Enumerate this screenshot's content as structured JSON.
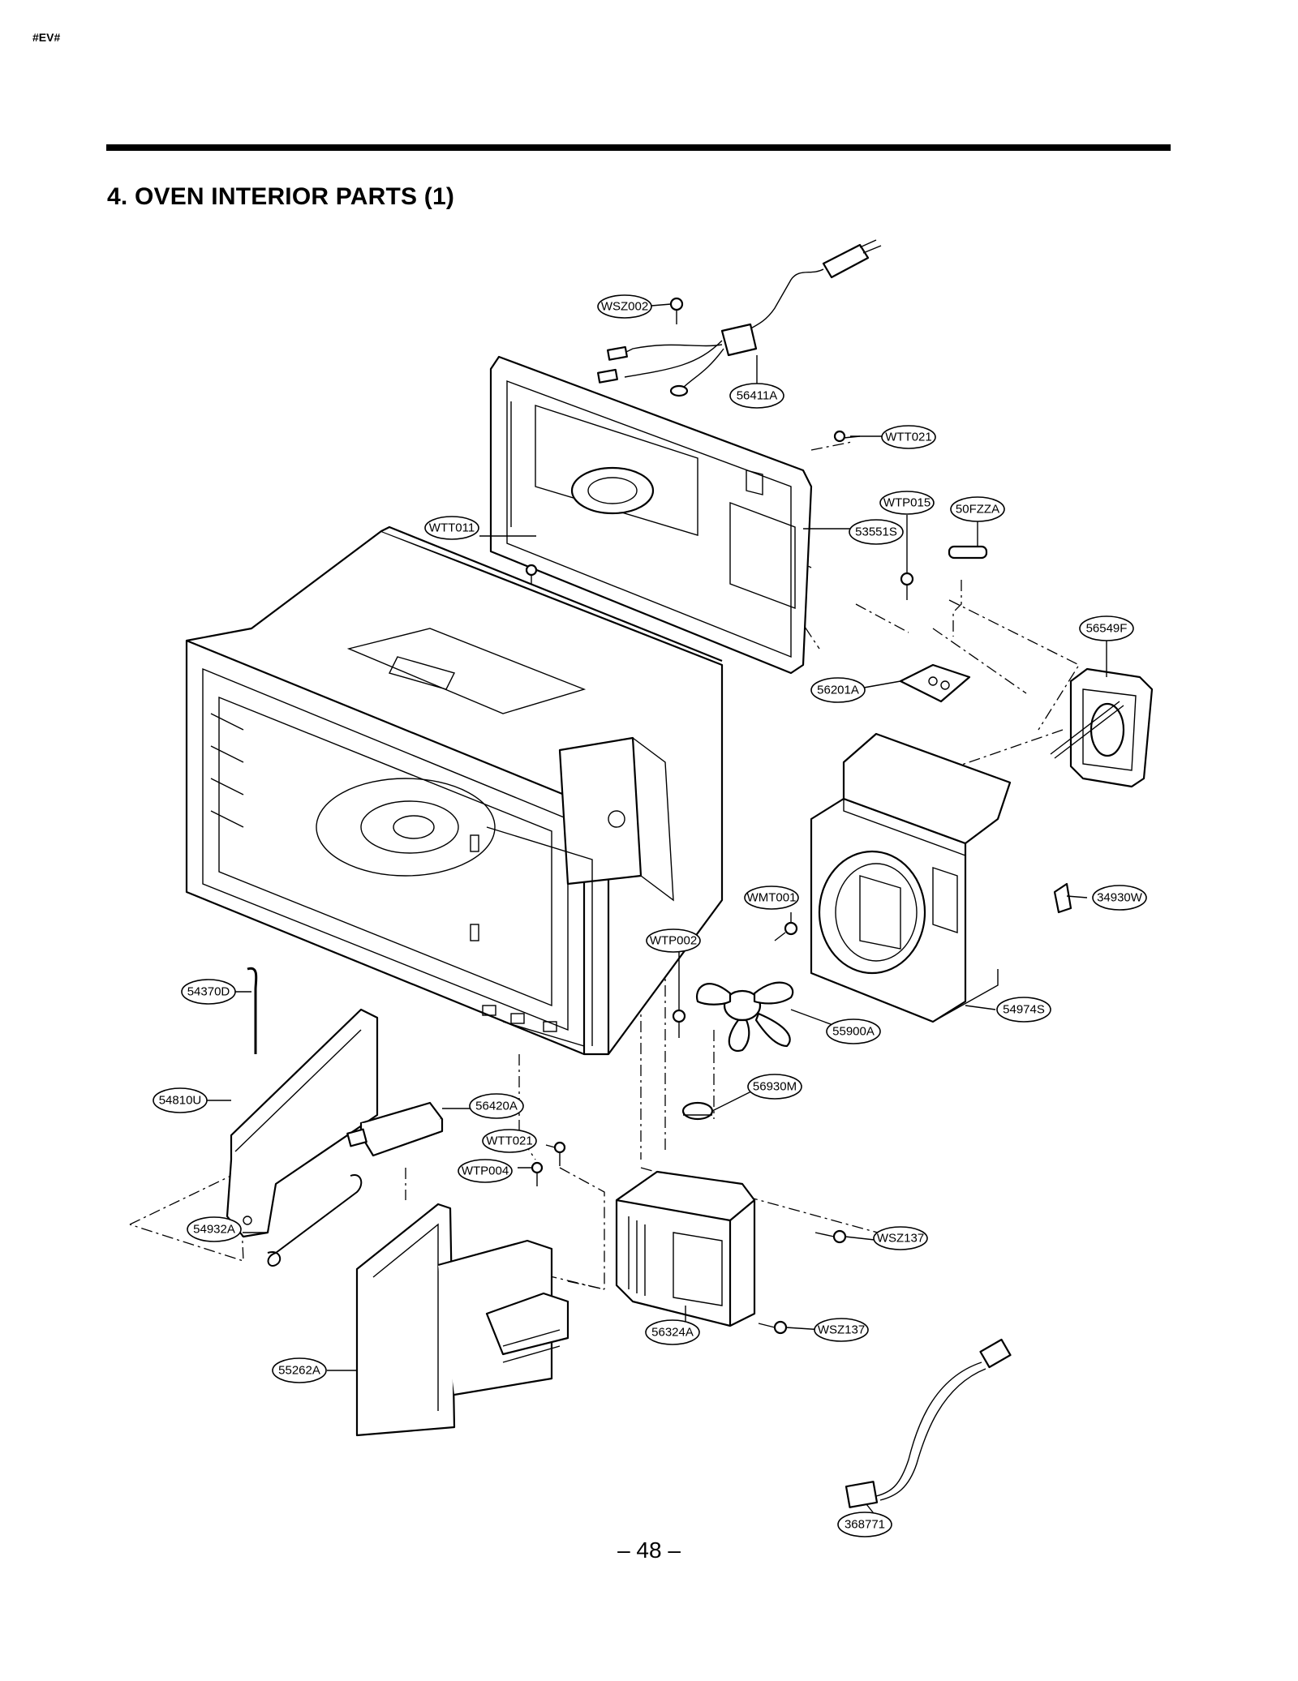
{
  "header": {
    "code": "#EV#"
  },
  "page": {
    "title": "4. OVEN INTERIOR PARTS (1)",
    "number": "– 48 –"
  },
  "labels": {
    "wsz002": "WSZ002",
    "p56411a": "56411A",
    "wtt021_top": "WTT021",
    "wtp015": "WTP015",
    "p50fzza": "50FZZA",
    "wtt011": "WTT011",
    "p53551s": "53551S",
    "p56549f": "56549F",
    "p56201a": "56201A",
    "p34930w": "34930W",
    "wmt001": "WMT001",
    "wtp002": "WTP002",
    "p54370d": "54370D",
    "p54974s": "54974S",
    "p55900a": "55900A",
    "p54810u": "54810U",
    "p56420a": "56420A",
    "p56930m": "56930M",
    "wtt021_low": "WTT021",
    "wtp004": "WTP004",
    "p54932a": "54932A",
    "wsz137_a": "WSZ137",
    "wsz137_b": "WSZ137",
    "p56324a": "56324A",
    "p55262a": "55262A",
    "p368771": "368771"
  }
}
